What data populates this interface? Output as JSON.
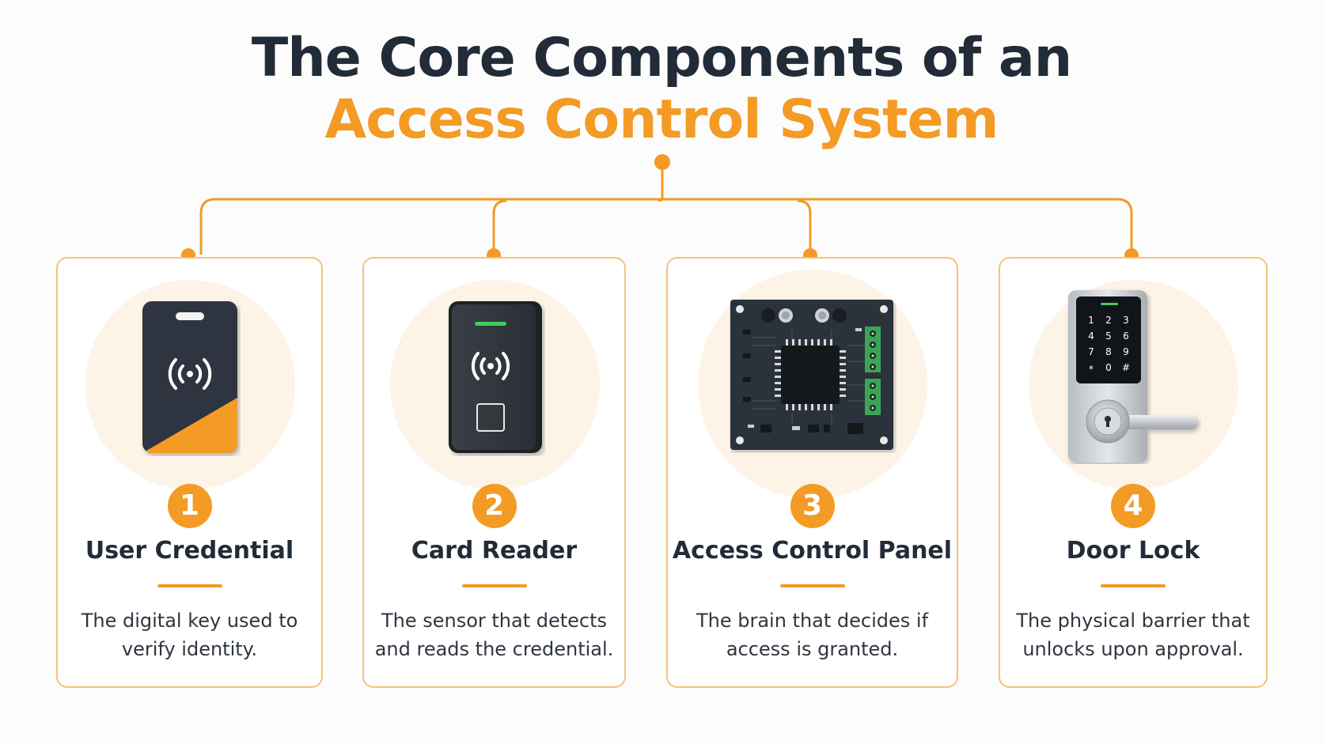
{
  "title": {
    "line1": "The Core Components of an",
    "line2": "Access Control System"
  },
  "colors": {
    "accent": "#f39b24",
    "heading": "#222b38",
    "card_border": "#f6c27a",
    "halo": "#fdf3e6"
  },
  "components": [
    {
      "number": "1",
      "title": "User Credential",
      "description": "The digital key used to verify identity.",
      "icon": "rfid-card-icon"
    },
    {
      "number": "2",
      "title": "Card Reader",
      "description": "The sensor that detects and reads the credential.",
      "icon": "card-reader-icon"
    },
    {
      "number": "3",
      "title": "Access Control Panel",
      "description": "The brain that decides if access is granted.",
      "icon": "circuit-board-icon"
    },
    {
      "number": "4",
      "title": "Door Lock",
      "description": "The physical barrier that unlocks upon approval.",
      "icon": "keypad-door-lock-icon"
    }
  ],
  "keypad_keys": [
    "1",
    "2",
    "3",
    "4",
    "5",
    "6",
    "7",
    "8",
    "9",
    "*",
    "0",
    "#"
  ]
}
